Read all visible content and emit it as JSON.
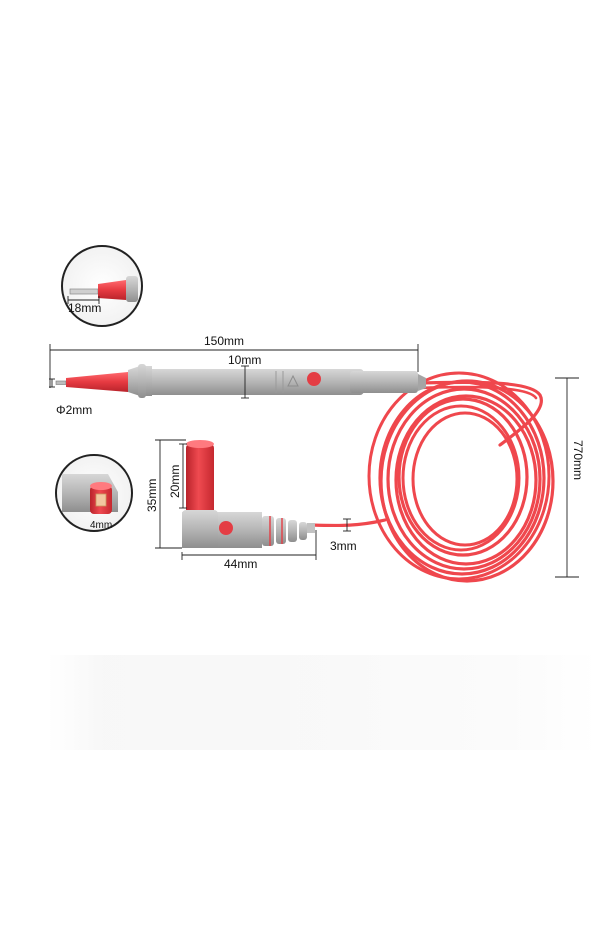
{
  "colors": {
    "cable": "#f04a4f",
    "cable_dark": "#d8313a",
    "probe_grey": "#b8b8b8",
    "probe_grey_dark": "#8f8f8f",
    "probe_red": "#e23a40",
    "dimension_line": "#222222",
    "background": "#ffffff"
  },
  "icons": [
    "probe-tip-detail",
    "banana-plug-detail",
    "coiled-cable",
    "probe-handle",
    "right-angle-plug"
  ],
  "dimensions": {
    "tip_detail": "18mm",
    "probe_length": "150mm",
    "handle_diameter": "10mm",
    "tip_diameter": "Φ2mm",
    "plug_detail": "4mm",
    "plug_total_height": "35mm",
    "plug_upper_height": "20mm",
    "plug_length": "44mm",
    "cable_diameter": "3mm",
    "cable_length": "770mm"
  }
}
